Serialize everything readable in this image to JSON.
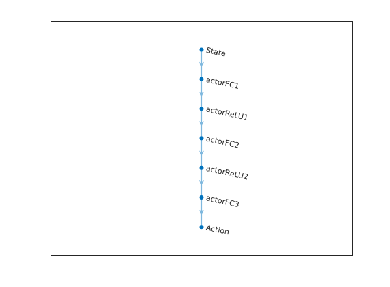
{
  "graph": {
    "nodes": [
      {
        "label": "State"
      },
      {
        "label": "actorFC1"
      },
      {
        "label": "actorReLU1"
      },
      {
        "label": "actorFC2"
      },
      {
        "label": "actorReLU2"
      },
      {
        "label": "actorFC3"
      },
      {
        "label": "Action"
      }
    ],
    "edges": [
      {
        "from": 0,
        "to": 1
      },
      {
        "from": 1,
        "to": 2
      },
      {
        "from": 2,
        "to": 3
      },
      {
        "from": 3,
        "to": 4
      },
      {
        "from": 4,
        "to": 5
      },
      {
        "from": 5,
        "to": 6
      }
    ],
    "colors": {
      "node": "#0072BD",
      "edge": "#7FB8DE",
      "axes_border": "#262626",
      "label": "#262626"
    }
  }
}
